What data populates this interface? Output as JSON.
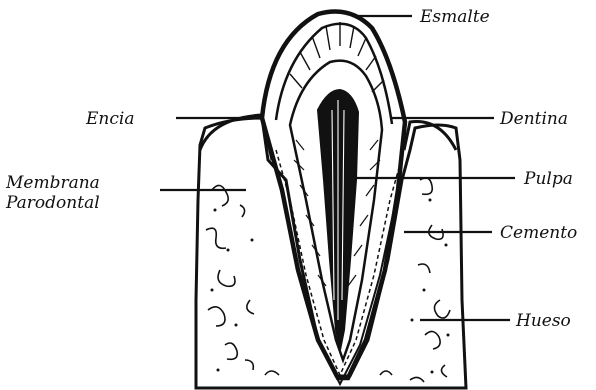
{
  "labels": {
    "esmalte": "Esmalte",
    "encia": "Encia",
    "dentina": "Dentina",
    "membrana_line1": "Membrana",
    "membrana_line2": "Parodontal",
    "pulpa": "Pulpa",
    "cemento": "Cemento",
    "hueso": "Hueso"
  },
  "colors": {
    "ink": "#111111",
    "background": "#ffffff"
  }
}
